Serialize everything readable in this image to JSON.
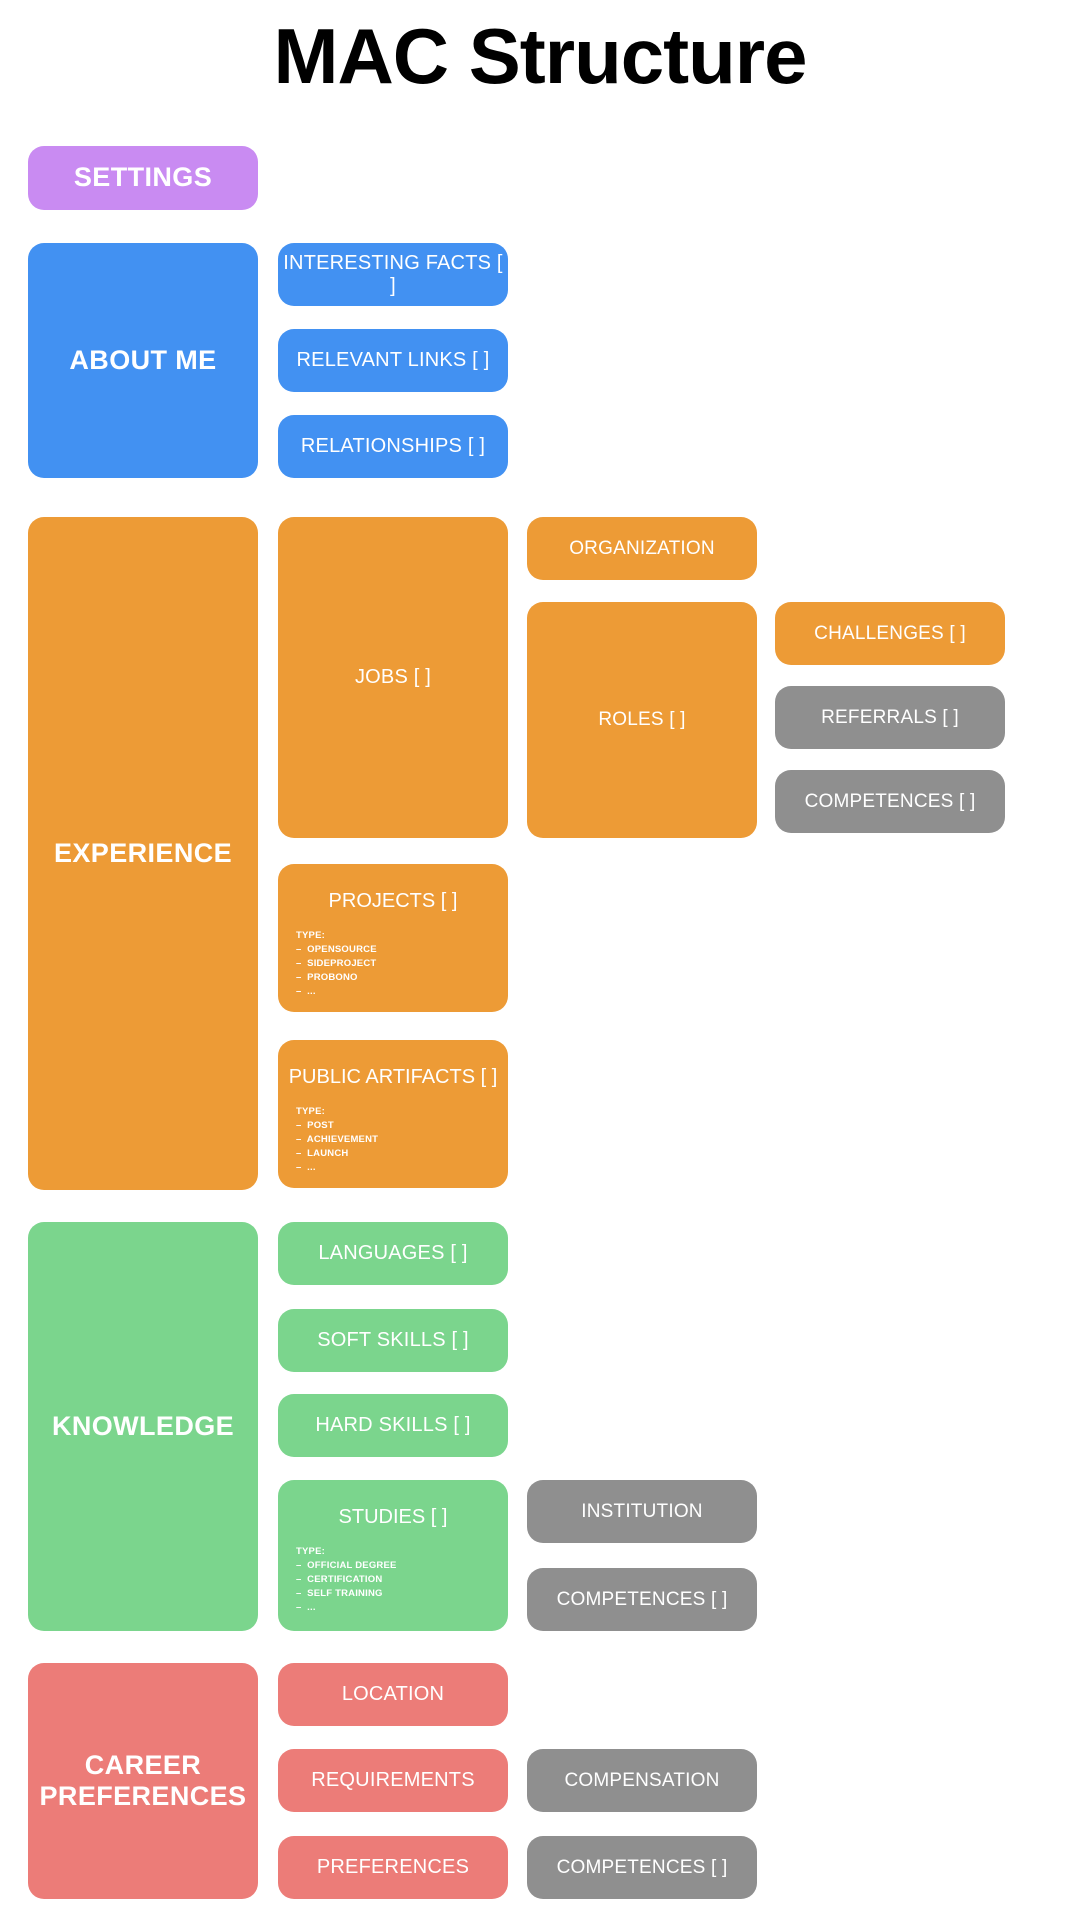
{
  "page": {
    "title": "MAC Structure",
    "background": "#FFFFFF"
  },
  "colors": {
    "purple": "#C98BF2",
    "blue": "#4291F2",
    "orange": "#ED9B36",
    "green": "#7BD58D",
    "red": "#EC7C78",
    "grey": "#8F8F8F",
    "text": "#FFFFFF",
    "title": "#000000"
  },
  "sections": {
    "settings": {
      "label": "SETTINGS"
    },
    "about_me": {
      "label": "ABOUT ME",
      "children": [
        {
          "label": "INTERESTING FACTS [ ]"
        },
        {
          "label": "RELEVANT LINKS [ ]"
        },
        {
          "label": "RELATIONSHIPS [ ]"
        }
      ]
    },
    "experience": {
      "label": "EXPERIENCE",
      "jobs": {
        "label": "JOBS [ ]"
      },
      "organization": {
        "label": "ORGANIZATION"
      },
      "roles": {
        "label": "ROLES [ ]"
      },
      "challenges": {
        "label": "CHALLENGES [ ]"
      },
      "referrals": {
        "label": "REFERRALS [ ]"
      },
      "competences": {
        "label": "COMPETENCES [ ]"
      },
      "projects": {
        "label": "PROJECTS [ ]",
        "type_head": "TYPE:",
        "type_items": [
          "–  OPENSOURCE",
          "–  SIDEPROJECT",
          "–  PROBONO",
          "–  ..."
        ]
      },
      "public_artifacts": {
        "label": "PUBLIC ARTIFACTS [ ]",
        "type_head": "TYPE:",
        "type_items": [
          "–  POST",
          "–  ACHIEVEMENT",
          "–  LAUNCH",
          "–  ..."
        ]
      }
    },
    "knowledge": {
      "label": "KNOWLEDGE",
      "languages": {
        "label": "LANGUAGES [ ]"
      },
      "soft_skills": {
        "label": "SOFT SKILLS [ ]"
      },
      "hard_skills": {
        "label": "HARD SKILLS [ ]"
      },
      "studies": {
        "label": "STUDIES [ ]",
        "type_head": "TYPE:",
        "type_items": [
          "–  OFFICIAL DEGREE",
          "–  CERTIFICATION",
          "–  SELF TRAINING",
          "–  ..."
        ]
      },
      "institution": {
        "label": "INSTITUTION"
      },
      "competences": {
        "label": "COMPETENCES [ ]"
      }
    },
    "career_preferences": {
      "label": "CAREER\nPREFERENCES",
      "label_line1": "CAREER",
      "label_line2": "PREFERENCES",
      "location": {
        "label": "LOCATION"
      },
      "requirements": {
        "label": "REQUIREMENTS"
      },
      "preferences": {
        "label": "PREFERENCES"
      },
      "compensation": {
        "label": "COMPENSATION"
      },
      "competences": {
        "label": "COMPETENCES [ ]"
      }
    }
  }
}
